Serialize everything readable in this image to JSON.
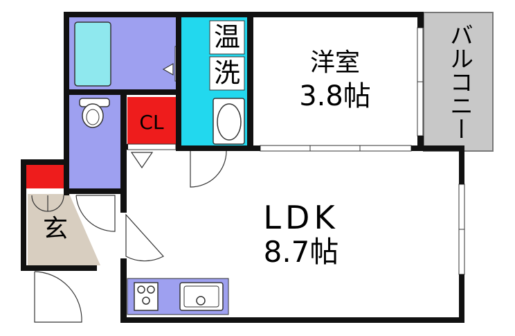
{
  "rooms": {
    "western_room": {
      "name": "洋室",
      "size": "3.8帖"
    },
    "ldk": {
      "name": "LDK",
      "size": "8.7帖"
    },
    "closet": {
      "name": "CL"
    },
    "entrance": {
      "name": "玄"
    },
    "bath": {
      "name": "温"
    },
    "washroom": {
      "name": "洗"
    },
    "balcony": {
      "name": "バルコニー"
    }
  },
  "colors": {
    "bath": "#9ea0f0",
    "bathtub": "#8fe8ee",
    "washroom": "#22d8ee",
    "closet": "#ee1c1c",
    "entrance": "#d8cec0",
    "balcony": "#c8c8c8",
    "kitchen": "#9ea0f0",
    "wall": "#111111"
  }
}
